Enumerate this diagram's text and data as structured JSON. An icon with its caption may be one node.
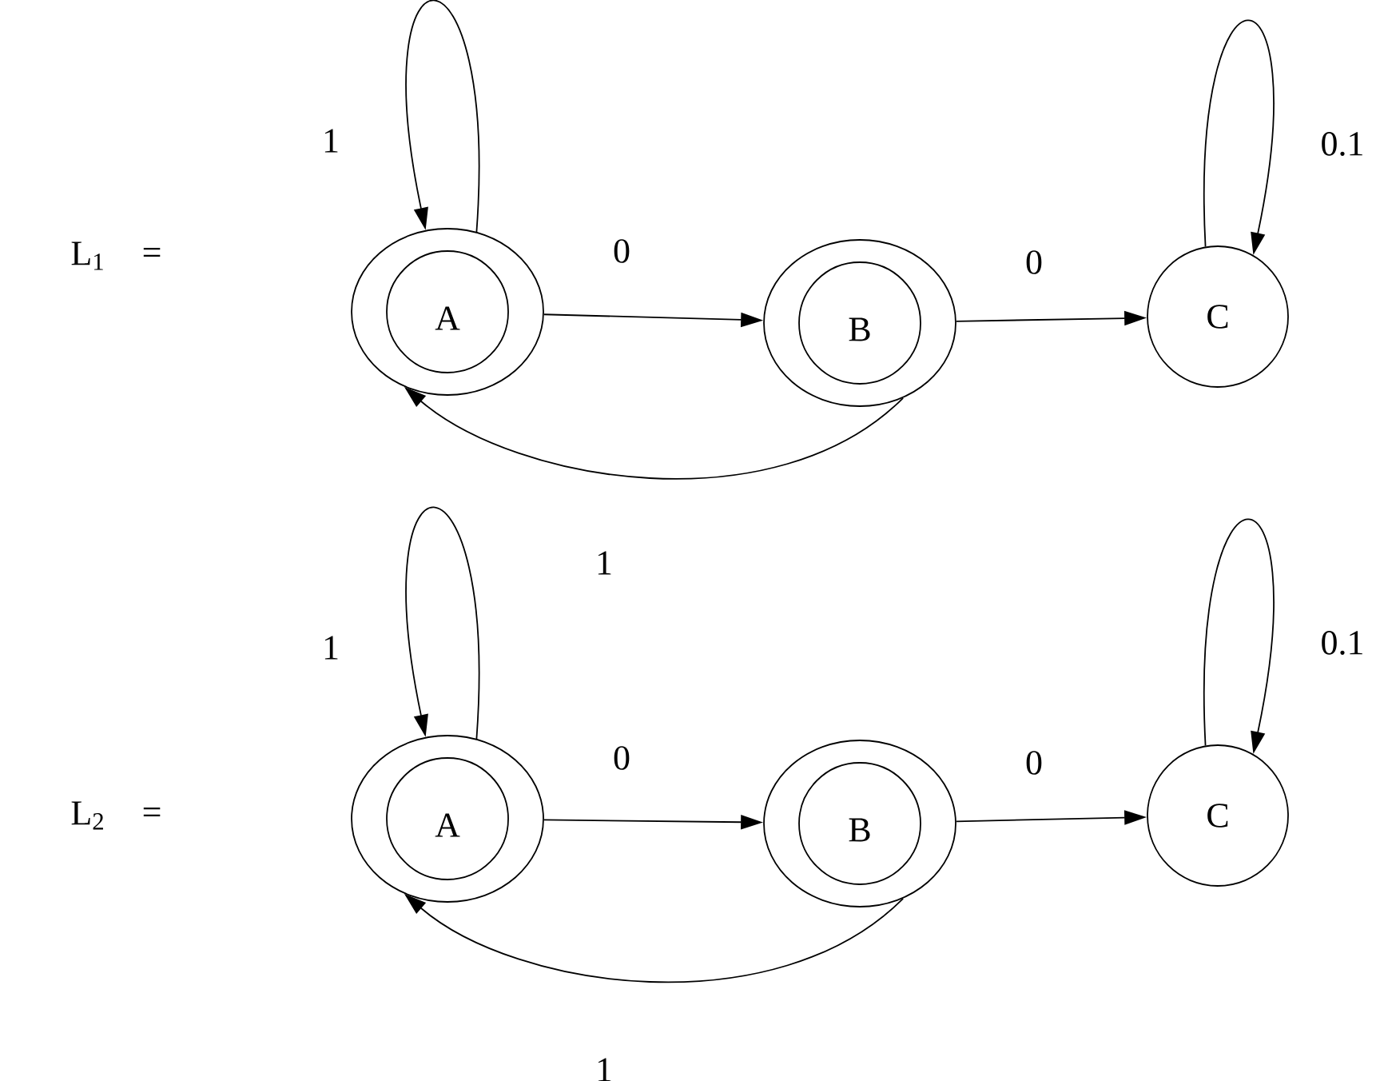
{
  "diagram": {
    "nodes": [
      {
        "text": [
          "A"
        ]
      },
      {
        "text": [
          "B"
        ]
      },
      {
        "text": [
          "C"
        ]
      },
      {
        "text": [
          "A"
        ]
      },
      {
        "text": [
          "B"
        ]
      },
      {
        "text": [
          "C"
        ]
      }
    ],
    "edges": [
      {
        "from": 0,
        "to": 0,
        "arrow": "to",
        "label": "1"
      },
      {
        "from": 0,
        "to": 1,
        "arrow": "to",
        "label": "0"
      },
      {
        "from": 1,
        "to": 2,
        "arrow": "to",
        "label": "0"
      },
      {
        "from": 2,
        "to": 2,
        "arrow": "to",
        "label": "0.1"
      },
      {
        "from": 1,
        "to": 0,
        "arrow": "to",
        "label": "1"
      },
      {
        "from": 3,
        "to": 3,
        "arrow": "to",
        "label": "1"
      },
      {
        "from": 3,
        "to": 4,
        "arrow": "to",
        "label": "0"
      },
      {
        "from": 4,
        "to": 5,
        "arrow": "to",
        "label": "0"
      },
      {
        "from": 5,
        "to": 5,
        "arrow": "to",
        "label": "0.1"
      },
      {
        "from": 4,
        "to": 3,
        "arrow": "to",
        "label": "1"
      }
    ],
    "labels": [
      "L$_{1}$",
      "=",
      "L$_{2}$",
      "="
    ]
  }
}
